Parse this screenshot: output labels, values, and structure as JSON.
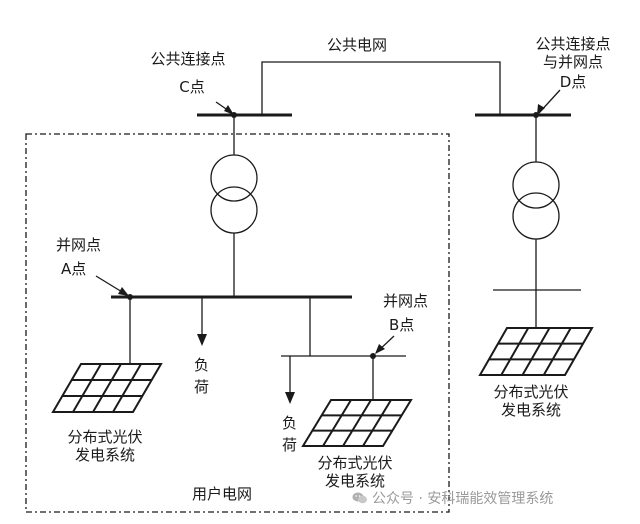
{
  "labels": {
    "public_grid": "公共电网",
    "pcc_c_line1": "公共连接点",
    "pcc_c_line2": "C点",
    "pcc_d_line1": "公共连接点",
    "pcc_d_line2": "与并网点",
    "pcc_d_line3": "D点",
    "grid_point_a_line1": "并网点",
    "grid_point_a_line2": "A点",
    "grid_point_b_line1": "并网点",
    "grid_point_b_line2": "B点",
    "load_1_line1": "负",
    "load_1_line2": "荷",
    "load_2_line1": "负",
    "load_2_line2": "荷",
    "pv_left_line1": "分布式光伏",
    "pv_left_line2": "发电系统",
    "pv_mid_line1": "分布式光伏",
    "pv_mid_line2": "发电系统",
    "pv_right_line1": "分布式光伏",
    "pv_right_line2": "发电系统",
    "user_grid": "用户电网"
  },
  "watermark": {
    "text": "公众号 · 安科瑞能效管理系统",
    "icon": "wechat-icon"
  },
  "colors": {
    "line": "#1a1a1a",
    "watermark": "#9a9a9a"
  }
}
